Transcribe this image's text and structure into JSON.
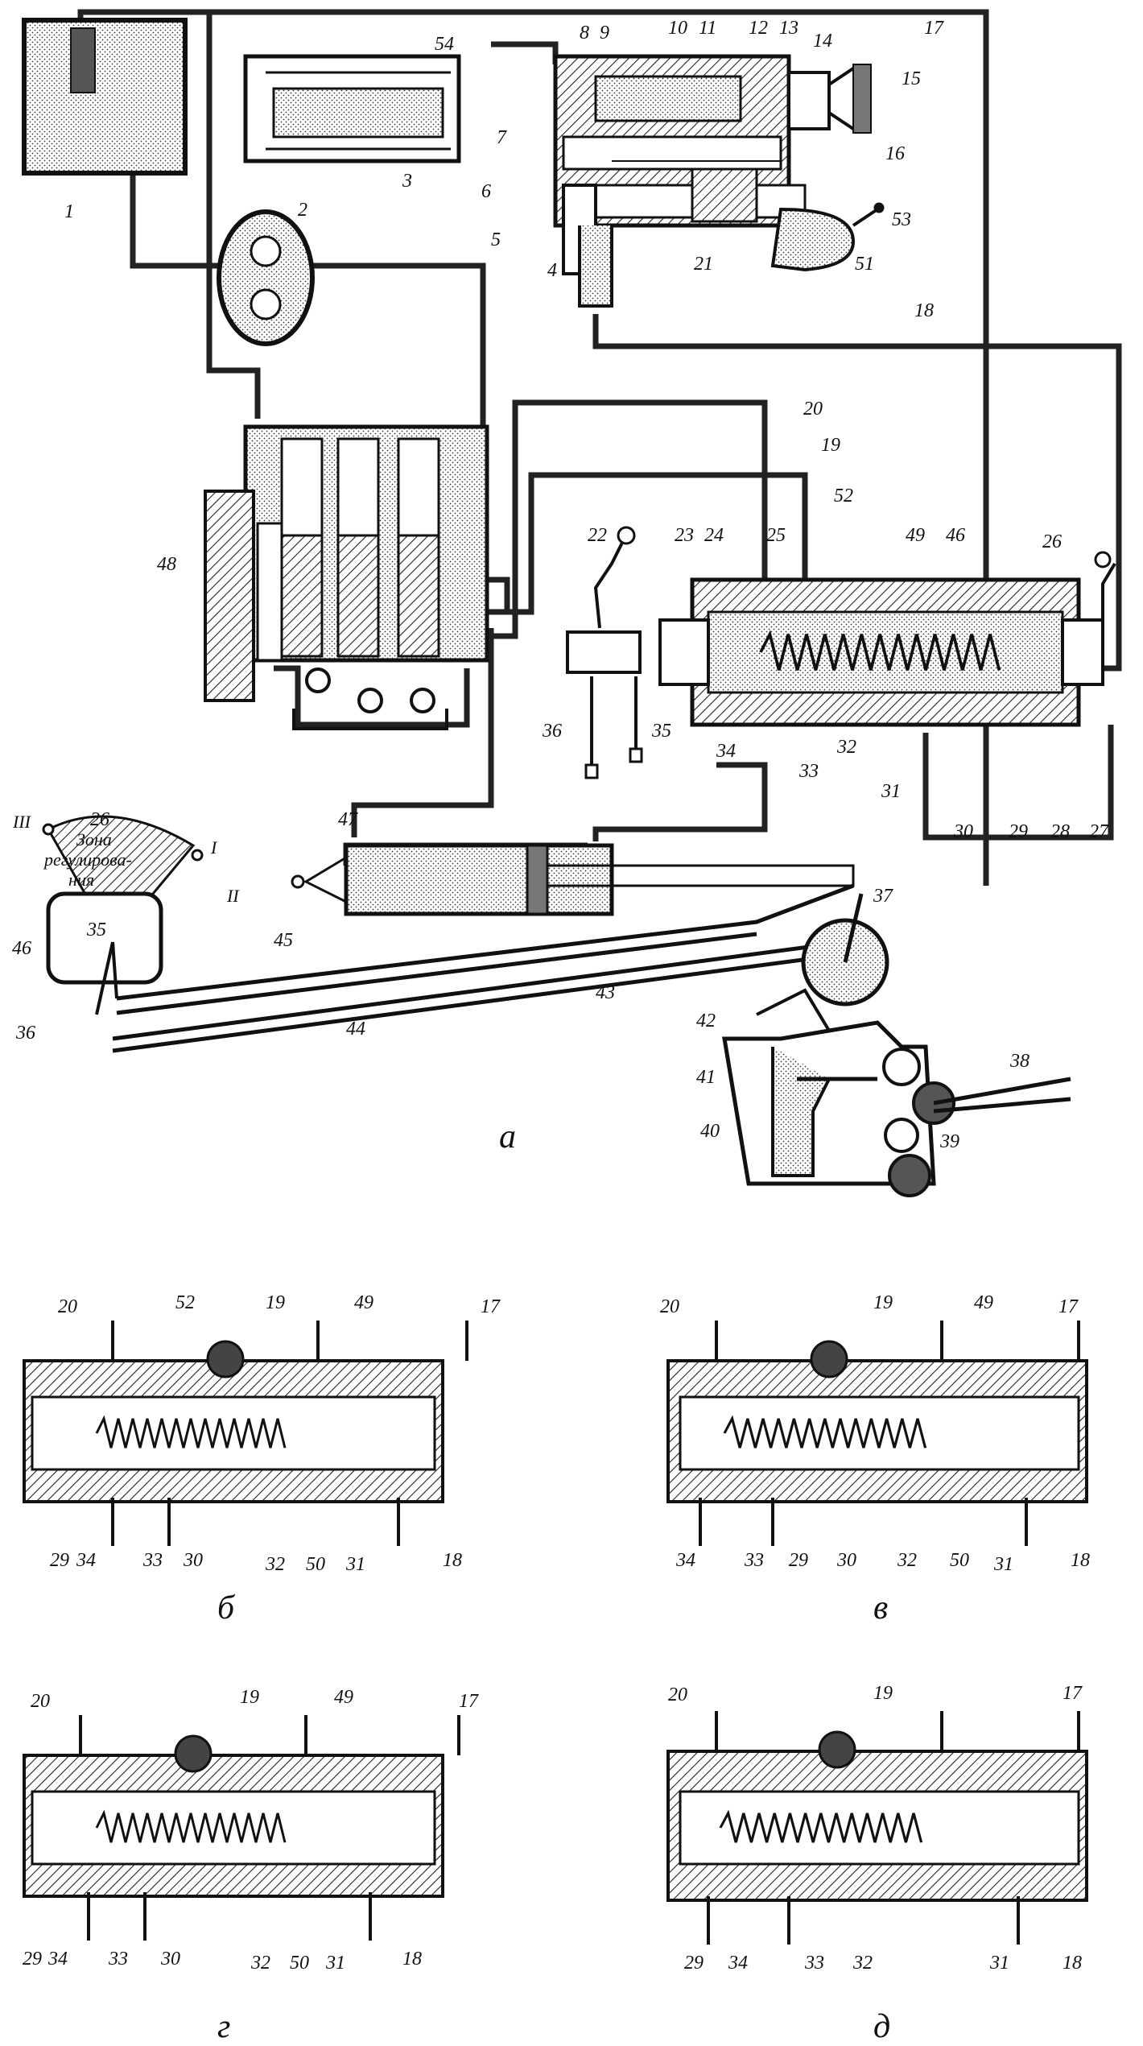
{
  "figure": {
    "main_caption": "а",
    "detail_captions": {
      "b": "б",
      "v": "в",
      "g": "г",
      "d": "д"
    },
    "zone_text": [
      "Зона",
      "регулирова-",
      "ния"
    ],
    "roman": {
      "I": "I",
      "II": "II",
      "III": "III"
    }
  },
  "labels": {
    "l1": "1",
    "l2": "2",
    "l3": "3",
    "l4": "4",
    "l5": "5",
    "l6": "6",
    "l7": "7",
    "l8": "8",
    "l9": "9",
    "l10": "10",
    "l11": "11",
    "l12": "12",
    "l13": "13",
    "l14": "14",
    "l15": "15",
    "l16": "16",
    "l17": "17",
    "l18": "18",
    "l19": "19",
    "l20": "20",
    "l21": "21",
    "l22": "22",
    "l23": "23",
    "l24": "24",
    "l25": "25",
    "l26": "26",
    "l26b": "26",
    "l27": "27",
    "l28": "28",
    "l29": "29",
    "l30": "30",
    "l31": "31",
    "l32": "32",
    "l33": "33",
    "l34": "34",
    "l35": "35",
    "l35b": "35",
    "l36": "36",
    "l36b": "36",
    "l37": "37",
    "l38": "38",
    "l39": "39",
    "l40": "40",
    "l41": "41",
    "l42": "42",
    "l43": "43",
    "l44": "44",
    "l45": "45",
    "l46": "46",
    "l46b": "46",
    "l47": "47",
    "l48": "48",
    "l49": "49",
    "l51": "51",
    "l52": "52",
    "l53": "53",
    "l54": "54"
  },
  "detail_labels": {
    "b": [
      "20",
      "52",
      "19",
      "49",
      "17",
      "29",
      "34",
      "33",
      "30",
      "32",
      "50",
      "31",
      "18"
    ],
    "v": [
      "20",
      "19",
      "49",
      "17",
      "34",
      "33",
      "29",
      "30",
      "32",
      "50",
      "31",
      "18"
    ],
    "g": [
      "20",
      "19",
      "49",
      "17",
      "29",
      "34",
      "33",
      "30",
      "32",
      "50",
      "31",
      "18"
    ],
    "d": [
      "20",
      "19",
      "17",
      "29",
      "34",
      "33",
      "32",
      "31",
      "18"
    ]
  },
  "colors": {
    "ink": "#111111",
    "fill": "#cfcfcf",
    "hatch": "#222222"
  }
}
